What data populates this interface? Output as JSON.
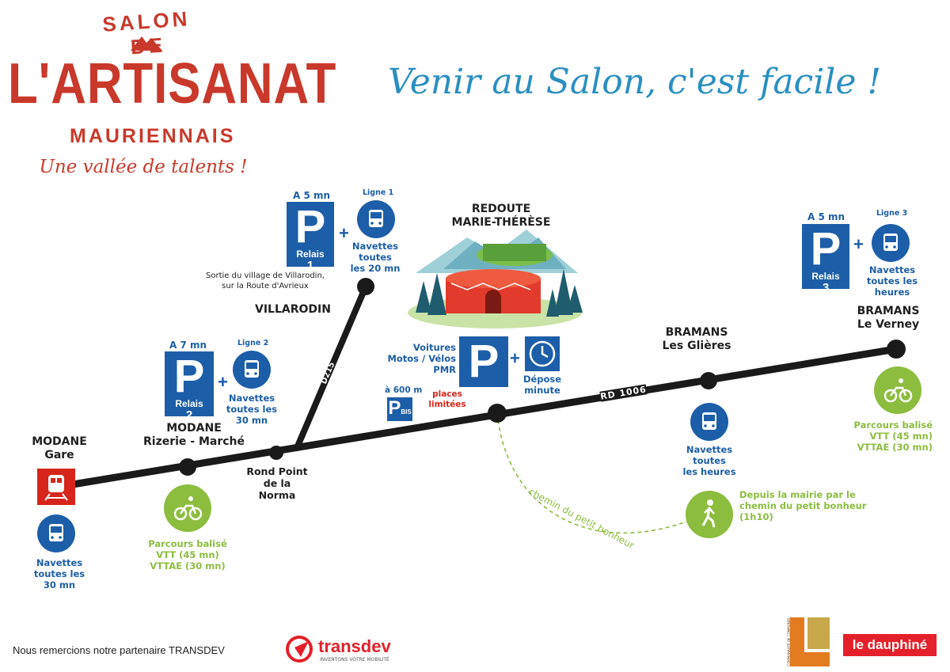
{
  "header": {
    "logo_top": "SALON DE",
    "logo_main": "L'ARTISANAT",
    "logo_sub": "MAURIENNAIS",
    "logo_tagline": "Une vallée de talents !",
    "title": "Venir au Salon, c'est facile !"
  },
  "roads": {
    "main": "RD 1006",
    "branch": "D215",
    "trail": "chemin du petit bonheur"
  },
  "stops": {
    "modane_gare": {
      "name1": "MODANE",
      "name2": "Gare",
      "bus1": "Navettes",
      "bus2": "toutes les",
      "bus3": "30 mn"
    },
    "modane_rizerie": {
      "name1": "MODANE",
      "name2": "Rizerie - Marché",
      "bike1": "Parcours balisé",
      "bike2": "VTT (45 mn)",
      "bike3": "VTTAE (30 mn)"
    },
    "rond_point": {
      "l1": "Rond Point",
      "l2": "de la",
      "l3": "Norma"
    },
    "villarodin": {
      "name": "VILLARODIN",
      "desc1": "Sortie du village de Villarodin,",
      "desc2": "sur la Route d'Avrieux"
    },
    "redoute": {
      "name1": "REDOUTE",
      "name2": "MARIE-THÉRÈSE"
    },
    "glieres": {
      "name1": "BRAMANS",
      "name2": "Les Glières",
      "bus1": "Navettes",
      "bus2": "toutes",
      "bus3": "les heures",
      "walk1": "Depuis la mairie par le",
      "walk2": "chemin du petit bonheur",
      "walk3": "(1h10)"
    },
    "verney": {
      "name1": "BRAMANS",
      "name2": "Le Verney",
      "bike1": "Parcours balisé",
      "bike2": "VTT (45 mn)",
      "bike3": "VTTAE (30 mn)"
    }
  },
  "parkings": {
    "relais1": {
      "dist": "A 5 mn",
      "letter": "P",
      "label": "Relais",
      "number": "1",
      "line": "Ligne 1",
      "s1": "Navettes",
      "s2": "toutes",
      "s3": "les 20 mn"
    },
    "relais2": {
      "dist": "A 7 mn",
      "letter": "P",
      "label": "Relais",
      "number": "2",
      "line": "Ligne 2",
      "s1": "Navettes",
      "s2": "toutes les",
      "s3": "30 mn"
    },
    "relais3": {
      "dist": "A 5 mn",
      "letter": "P",
      "label": "Relais",
      "number": "3",
      "line": "Ligne 3",
      "s1": "Navettes",
      "s2": "toutes les",
      "s3": "heures"
    },
    "main": {
      "letter": "P",
      "l1": "Voitures",
      "l2": "Motos / Vélos",
      "l3": "PMR",
      "limited1": "places",
      "limited2": "limitées",
      "drop1": "Dépose",
      "drop2": "minute"
    },
    "bis": {
      "dist": "à 600 m",
      "letter": "P",
      "sub": "BIS"
    }
  },
  "footer": {
    "thanks": "Nous remercions notre partenaire TRANSDEV",
    "transdev": "transdev",
    "transdev_tag": "INVENTONS VOTRE MOBILITÉ",
    "cc_text": "COMMUNAUTÉ DE COMMUNES HAUTE MAURIENNE VANOISE",
    "dauphine": "le dauphiné"
  },
  "icons": [
    "train-icon",
    "bus-icon",
    "bike-icon",
    "walk-icon",
    "clock-icon",
    "mountain-icon"
  ],
  "colors": {
    "blue": "#1d5ea8",
    "red": "#d6261c",
    "green": "#8cbd3f",
    "logo_red": "#c8392b",
    "title_blue": "#2a8fc0",
    "road": "#1a1a1a"
  }
}
